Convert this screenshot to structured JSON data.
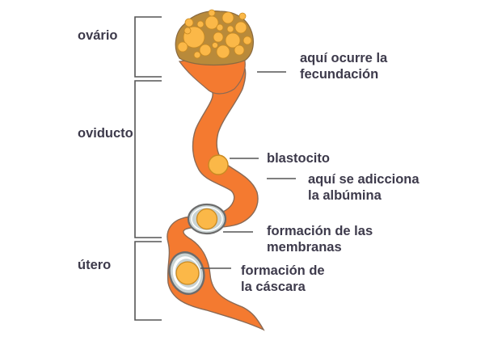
{
  "regions": {
    "ovario": "ovário",
    "oviducto": "oviducto",
    "utero": "útero"
  },
  "annotations": {
    "fecundacion": {
      "line1": "aquí ocurre la",
      "line2": "fecundación"
    },
    "blastocito": {
      "line1": "blastocito"
    },
    "albumina": {
      "line1": "aquí se adicciona",
      "line2": "la albúmina"
    },
    "membranas": {
      "line1": "formación de las",
      "line2": "membranas"
    },
    "cascara": {
      "line1": "formación de",
      "line2": "la cáscara"
    }
  },
  "colors": {
    "text": "#3d3a4b",
    "lines": "#555555",
    "oviduct": "#f47a30",
    "oviduct_outline": "#8a6a55",
    "yolk": "#fbb848",
    "yolk_dark": "#c98a22",
    "ovary_bg": "#b98a3a",
    "membrane": "#c9d3d3",
    "membrane_outline": "#6c6c6c"
  }
}
